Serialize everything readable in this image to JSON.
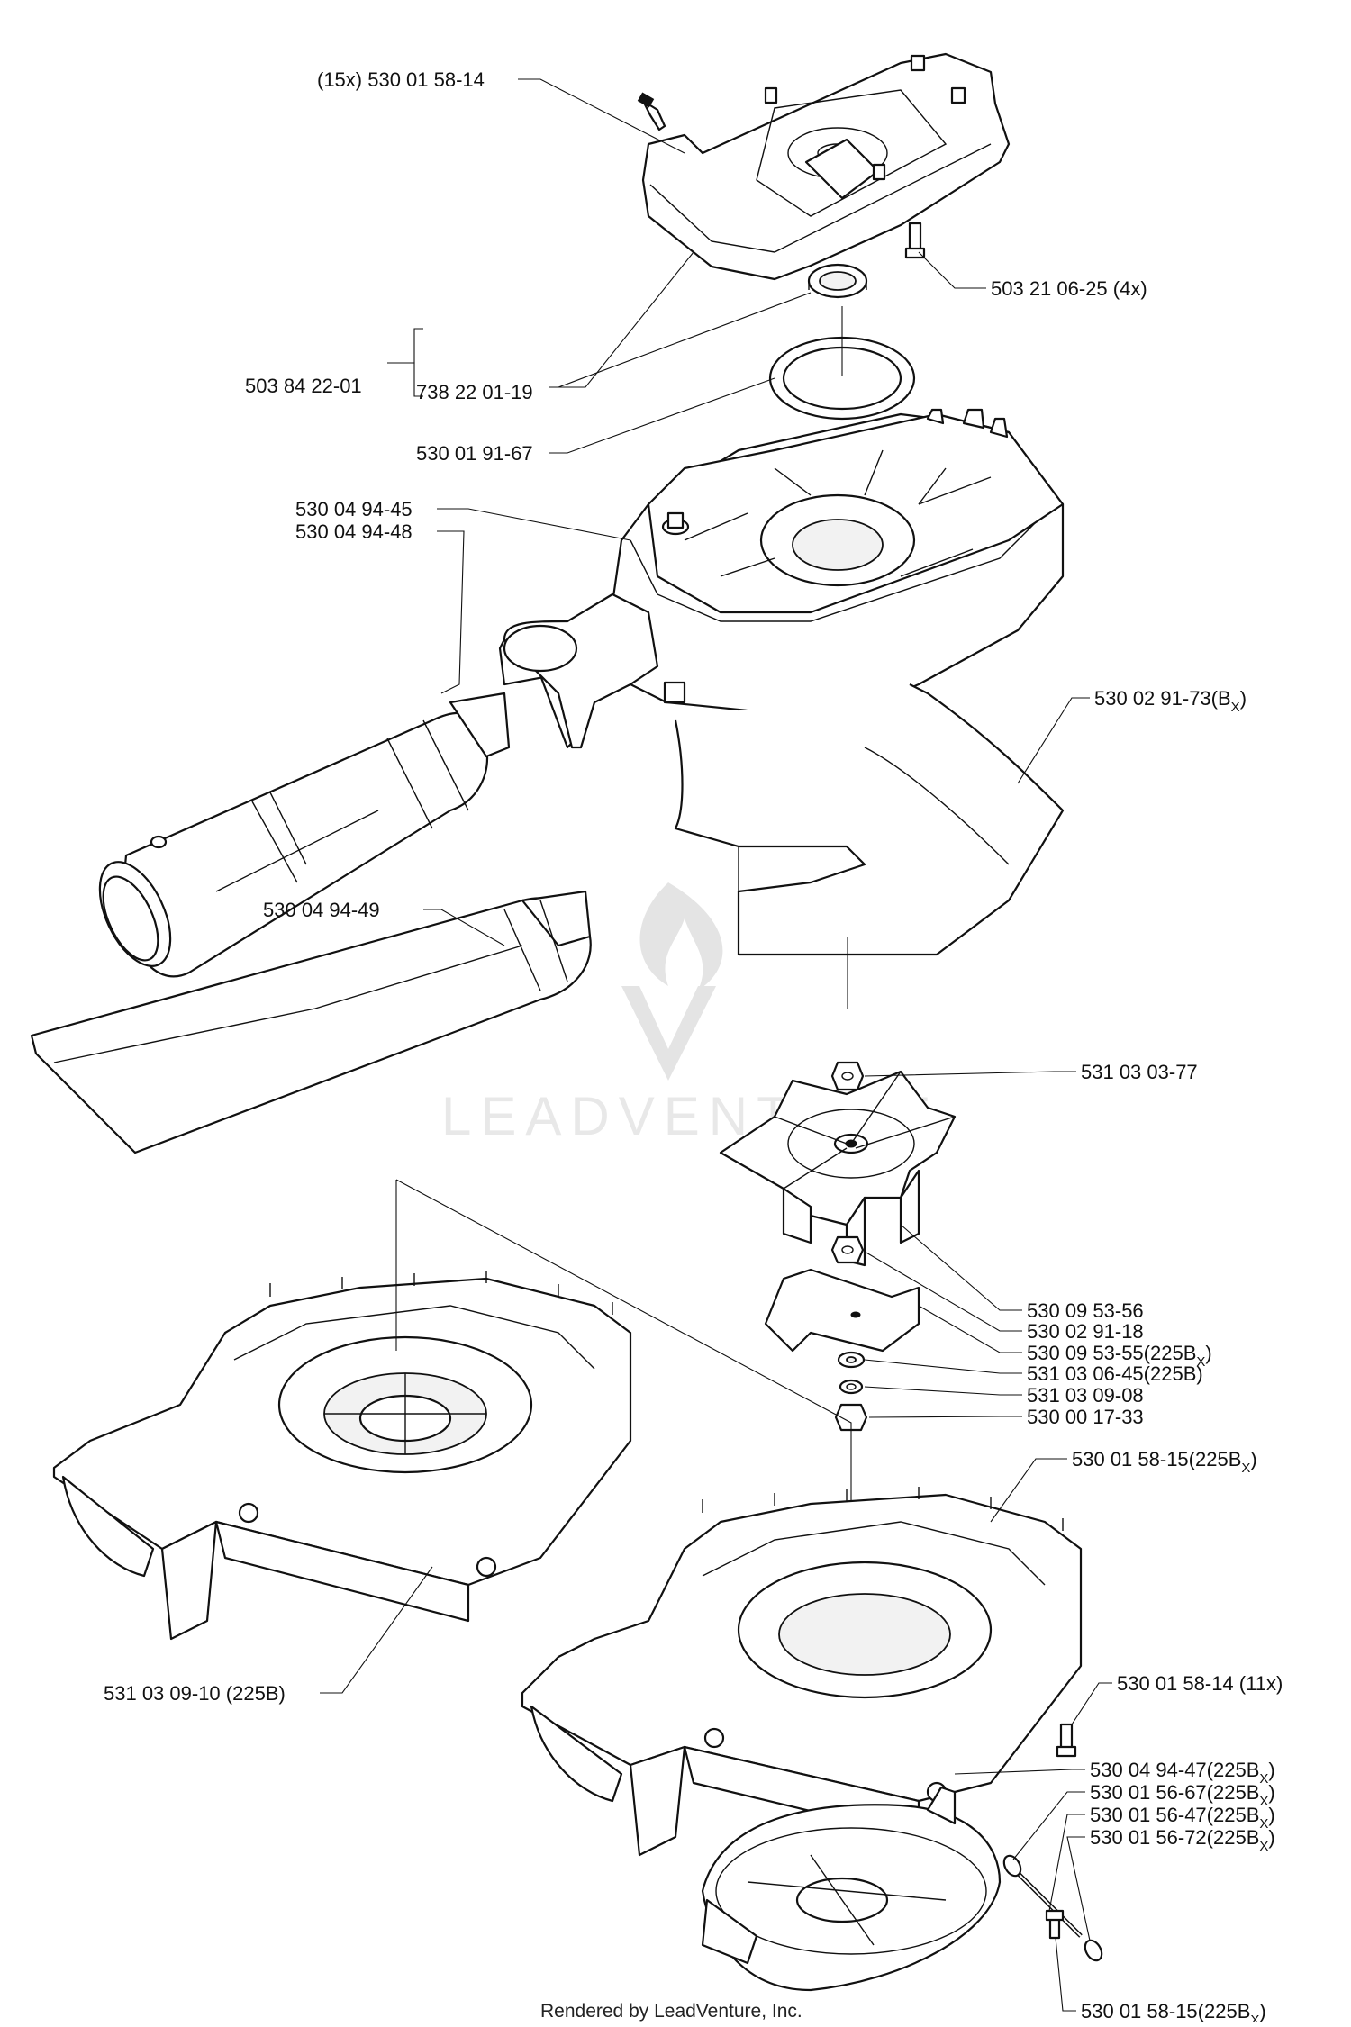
{
  "diagram": {
    "labels": {
      "l01": "(15x) 530 01 58-14",
      "l02": "503 21 06-25 (4x)",
      "l03": "503 84 22-01",
      "l04": "738 22 01-19",
      "l05": "530 01 91-67",
      "l06": "530 04 94-45",
      "l07": "530 04 94-48",
      "l08": "530 02 91-73(B",
      "l09": "530 04 94-49",
      "l10": "531 03 03-77",
      "l11": "530 09 53-56",
      "l12": "530 02 91-18",
      "l13": "530 09 53-55(225B",
      "l14": "531 03 06-45(225B)",
      "l15": "531 03 09-08",
      "l16": "530 00 17-33",
      "l17": "530 01 58-15(225B",
      "l18": "531 03 09-10 (225B)",
      "l19": "530 01 58-14 (11x)",
      "l20": "530 04 94-47(225B",
      "l21": "530 01 56-67(225B",
      "l22": "530 01 56-47(225B",
      "l23": "530 01 56-72(225B",
      "l24": "530 01 58-15(225B"
    },
    "subscript": "X",
    "close_paren": ")",
    "watermark": "LEADVENTURE",
    "footer": "Rendered by LeadVenture, Inc."
  }
}
